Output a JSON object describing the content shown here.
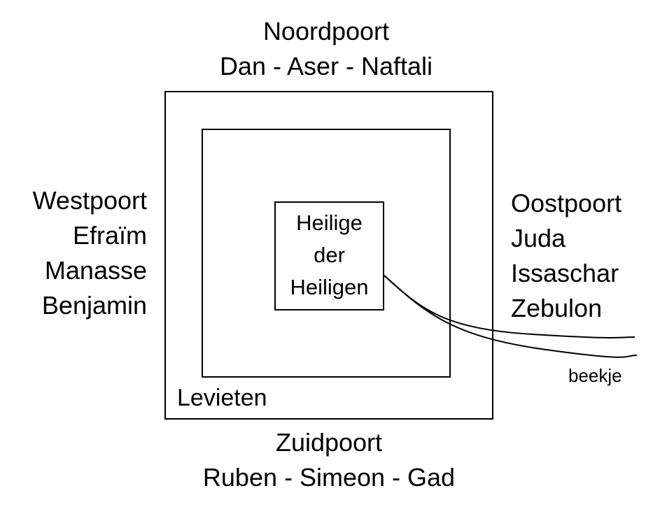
{
  "north": {
    "gate": "Noordpoort",
    "tribes": "Dan - Aser - Naftali"
  },
  "south": {
    "gate": "Zuidpoort",
    "tribes": "Ruben - Simeon - Gad"
  },
  "west": {
    "gate": "Westpoort",
    "tribes": [
      "Efraïm",
      "Manasse",
      "Benjamin"
    ]
  },
  "east": {
    "gate": "Oostpoort",
    "tribes": [
      "Juda",
      "Issaschar",
      "Zebulon"
    ]
  },
  "center": {
    "lines": [
      "Heilige",
      "der",
      "Heiligen"
    ]
  },
  "inner_ring": {
    "label": "Levieten"
  },
  "brook": {
    "label": "beekje"
  }
}
